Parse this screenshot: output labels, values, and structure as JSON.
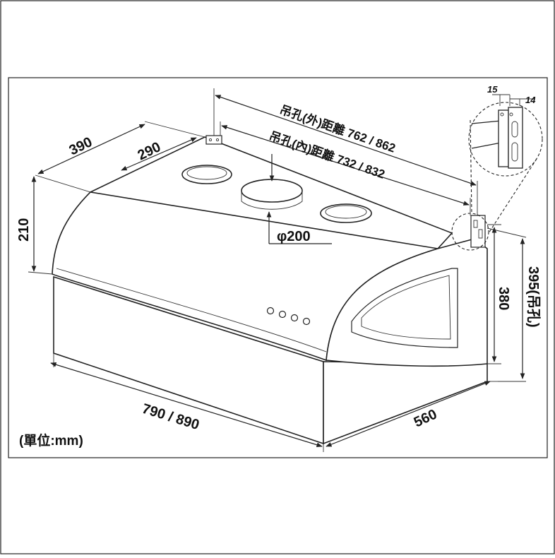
{
  "labels": {
    "hang_outer": "吊孔(外)距離 762 / 862",
    "hang_inner": "吊孔(內)距離 732 / 832",
    "depth_top": "390",
    "depth_inner": "290",
    "height_left": "210",
    "diameter": "φ200",
    "width": "790 / 890",
    "depth_bottom": "560",
    "height_right": "380",
    "height_hang": "395(吊孔)",
    "unit": "(單位:mm)",
    "detail_a": "15",
    "detail_b": "14"
  }
}
